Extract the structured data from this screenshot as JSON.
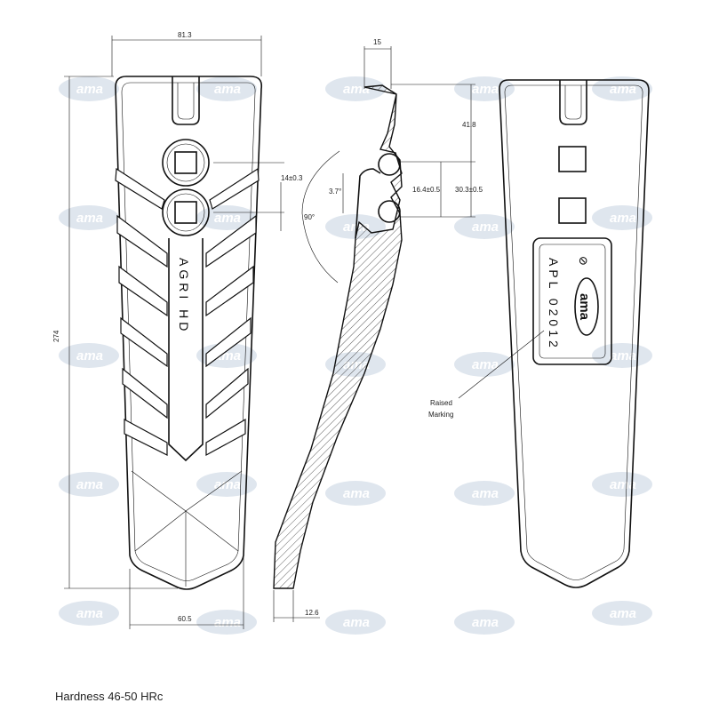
{
  "brand": "ama",
  "watermark_text": "ama",
  "dimensions": {
    "top_width": "81.3",
    "total_length": "274",
    "bottom_width": "60.5",
    "front_width": "15",
    "tip_thickness": "12.6",
    "hole_spacing": "14±0.3",
    "angle_small": "3.7°",
    "angle_right": "90°",
    "top_to_hole": "41.8",
    "hole_size": "16.4±0.5",
    "hole_distance": "30.3±0.5"
  },
  "front_view": {
    "embossed_label": "AGRI HD"
  },
  "back_view": {
    "part_code": "APL 02012",
    "plate_logo": "ama"
  },
  "callout": {
    "line1": "Raised",
    "line2": "Marking"
  },
  "footer": {
    "hardness_note": "Hardness 46-50 HRc"
  },
  "colors": {
    "watermark_fill": "#dfe6ee",
    "line": "#111111"
  }
}
